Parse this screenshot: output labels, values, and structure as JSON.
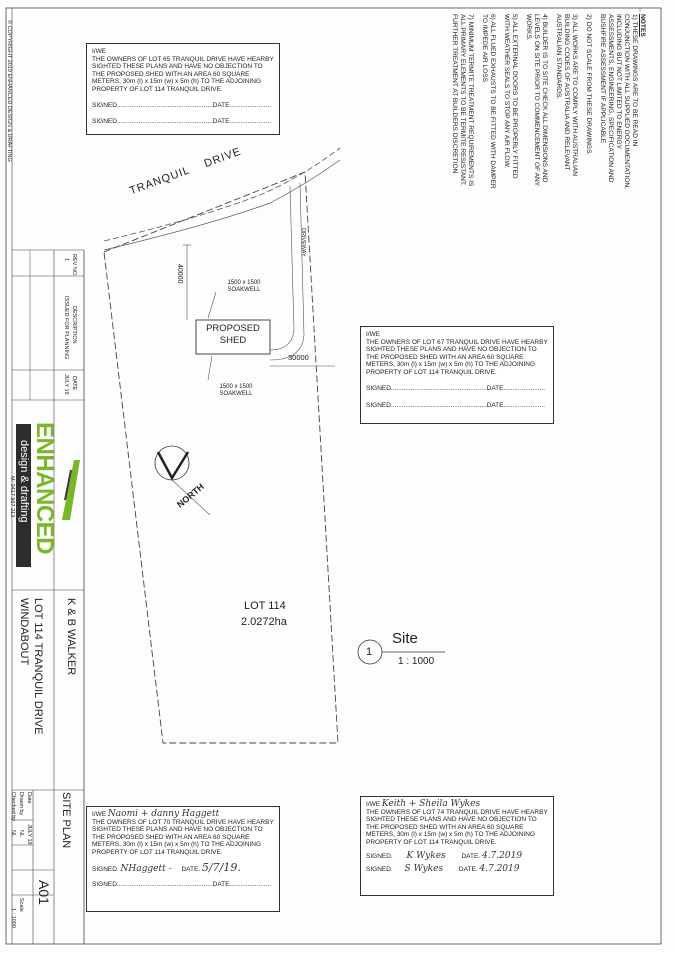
{
  "notes": {
    "title": "NOTES",
    "items": [
      "1) THESE DRAWINGS ARE TO BE READ IN CONJUNCTION WITH ALL SUPPLIED DOCUMENTATION, INCLUDING BUT NOT LIMITED TO ENERGY ASSESSMENTS, ENGINEERING, SPECIFICATION AND BUSHFIRE ASSESSMENT IF APPLICABLE",
      "2) DO NOT SCALE FROM THESE DRAWINGS.",
      "3) ALL WORKS ARE TO COMPLY WITH AUSTRALIAN BUILDING CODES OF AUSTRALIA AND RELEVANT AUSTRALIAN STANDARDS.",
      "4) BUILDER IS TO SITE CHECK ALL DIMENSIONS AND LEVELS ON SITE PRIOR TO COMMENCEMENT OF ANY WORKS.",
      "5) ALL EXTERNAL DOORS TO BE PROPERLY FITTED WITH WEATHER SEALS TO STOP ANY AIR FLOW.",
      "6) ALL FLUED EXHAUSTS TO BE FITTED WITH DAMPER TO IMPEDE AIR LOSS",
      "7) MINIMUM TERMITE TREATMENT REQUIREMENTS IS ALL PRIMARY ELEMENTS TO BE TERMITE RESISTANT. FURTHER TREATMENT AT BUILDERS DISCRETION"
    ]
  },
  "consent_boxes": [
    {
      "id": "lot65",
      "heading": "I/WE",
      "body": "THE OWNERS OF LOT 65 TRANQUIL DRIVE HAVE HEARBY SIGHTED THESE PLANS AND HAVE NO OBJECTION TO THE PROPOSED SHED WITH AN AREA 60 SQUARE METERS, 30m (l) x 15m (w) x 5m (h) TO THE ADJOINING PROPERTY OF LOT 114 TRANQUIL DRIVE.",
      "signed": "SIGNED.....................................................DATE.......................",
      "signed2": "SIGNED.....................................................DATE......................."
    },
    {
      "id": "lot67",
      "heading": "I/WE",
      "body": "THE OWNERS OF LOT 67 TRANQUIL DRIVE HAVE HEARBY SIGHTED THESE PLANS AND HAVE NO OBJECTION TO THE PROPOSED SHED WITH AN AREA 60 SQUARE METERS, 30m (l) x 15m (w) x 5m (h) TO THE ADJOINING PROPERTY OF LOT 114 TRANQUIL DRIVE.",
      "signed": "SIGNED.....................................................DATE.......................",
      "signed2": "SIGNED.....................................................DATE......................."
    },
    {
      "id": "lot70",
      "heading": "I/WE",
      "hand_names": "Naomi + danny Haggett",
      "body": "THE OWNERS OF LOT 70 TRANQUIL DRIVE HAVE HEARBY SIGHTED THESE PLANS AND HAVE NO OBJECTION TO THE PROPOSED SHED WITH AN AREA 60 SQUARE METERS, 30m (l) x 15m (w) x 5m (h) TO THE ADJOINING PROPERTY OF LOT 114 TRANQUIL DRIVE.",
      "signed": "SIGNED.",
      "hand_sig": "NHaggett -",
      "date_label": "DATE.",
      "hand_date": "5/7/19.",
      "signed2": "SIGNED.....................................................DATE......................."
    },
    {
      "id": "lot74",
      "heading": "I/WE",
      "hand_names": "Keith + Sheila Wykes",
      "body": "THE OWNERS OF LOT 74 TRANQUIL DRIVE HAVE HEARBY SIGHTED THESE PLANS AND HAVE NO OBJECTION TO THE PROPOSED SHED WITH AN AREA 60 SQUARE METERS, 30m (l) x 15m (w) x 5m (h) TO THE ADJOINING PROPERTY OF LOT 114 TRANQUIL DRIVE.",
      "signed": "SIGNED.",
      "hand_sig": "K Wykes",
      "date_label": "DATE.",
      "hand_date": "4.7.2019",
      "signed2": "SIGNED.",
      "hand_sig2": "S Wykes",
      "hand_date2": "4.7.2019"
    }
  ],
  "site": {
    "road": "TRANQUIL    DRIVE",
    "driveway": "DRIVEWAY",
    "dim_40000": "40000",
    "dim_30000": "30000",
    "soakwell_top": "1500 x 1500 SOAKWELL",
    "soakwell_bottom": "1500 x 1500 SOAKWELL",
    "shed": "PROPOSED SHED",
    "north": "NORTH",
    "lot": "LOT 114",
    "area": "2.0272ha",
    "view_num": "1",
    "view_title": "Site",
    "view_scale": "1 : 1000"
  },
  "title_block": {
    "copyright": "© COPYRIGHT 2019 ENHANCED DESIGN & DRAFTING",
    "rev_headers": [
      "REV NO.",
      "DESCRIPTION",
      "DATE"
    ],
    "rev_rows": [
      [
        "1",
        "ISSUED FOR PLANNING",
        "JULY 19"
      ]
    ],
    "brand": "ENHANCED",
    "brand_sub": "design & drafting",
    "phone": "M: 0417 957 213",
    "client": "K & B WALKER",
    "address1": "LOT 114 TRANQUIL DRIVE",
    "address2": "WINDABOUT",
    "sheet_title": "SITE PLAN",
    "date_label": "Date",
    "date_value": "JULY 19",
    "drawn_label": "Drawn by",
    "drawn_value": "NL",
    "checked_label": "Checked by",
    "checked_value": "NL",
    "sheet_no": "A01",
    "scale_label": "Scale",
    "scale_value": "1 : 1000"
  },
  "colors": {
    "brand_green": "#7ab62a",
    "brand_dark": "#2d2d2d"
  }
}
